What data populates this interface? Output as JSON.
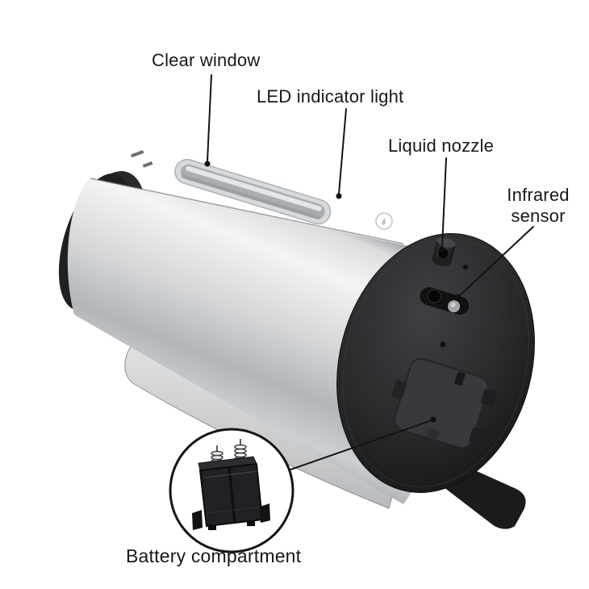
{
  "labels": {
    "clear_window": "Clear window",
    "led_indicator": "LED indicator light",
    "liquid_nozzle": "Liquid nozzle",
    "infrared_line1": "Infrared",
    "infrared_line2": "sensor",
    "battery_compartment": "Battery compartment"
  },
  "colors": {
    "background": "#ffffff",
    "label_text": "#181818",
    "callout_line": "#141414",
    "body_silver": "#d6d8da",
    "end_face_black": "#222325",
    "sensor_lens_light": "#a3a5a8"
  }
}
